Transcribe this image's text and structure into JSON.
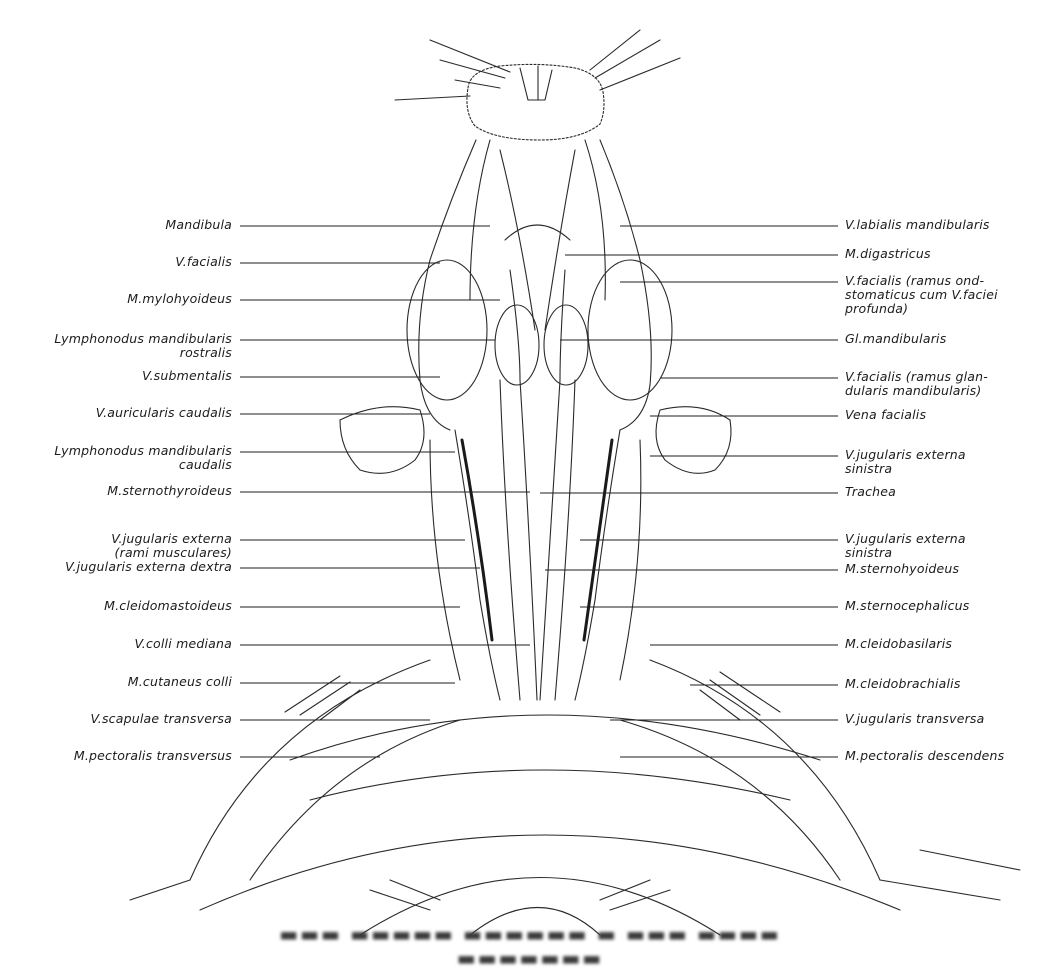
{
  "figure": {
    "left_labels": [
      "Mandibula",
      "V.facialis",
      "M.mylohyoideus",
      "Lymphonodus mandibularis\nrostralis",
      "V.submentalis",
      "V.auricularis caudalis",
      "Lymphonodus mandibularis\ncaudalis",
      "M.sternothyroideus",
      "V.jugularis externa\n(rami musculares)",
      "V.jugularis externa dextra",
      "M.cleidomastoideus",
      "V.colli mediana",
      "M.cutaneus colli",
      "V.scapulae transversa",
      "M.pectoralis transversus"
    ],
    "right_labels": [
      "V.labialis mandibularis",
      "M.digastricus",
      "V.facialis (ramus ond-\nstomaticus cum V.faciei\nprofunda)",
      "Gl.mandibularis",
      "V.facialis (ramus glan-\ndularis mandibularis)",
      "Vena facialis",
      "V.jugularis externa\nsinistra",
      "Trachea",
      "V.jugularis externa\nsinistra",
      "M.sternohyoideus",
      "M.sternocephalicus",
      "M.cleidobasilaris",
      "M.cleidobrachialis",
      "V.jugularis transversa",
      "M.pectoralis descendens"
    ]
  }
}
